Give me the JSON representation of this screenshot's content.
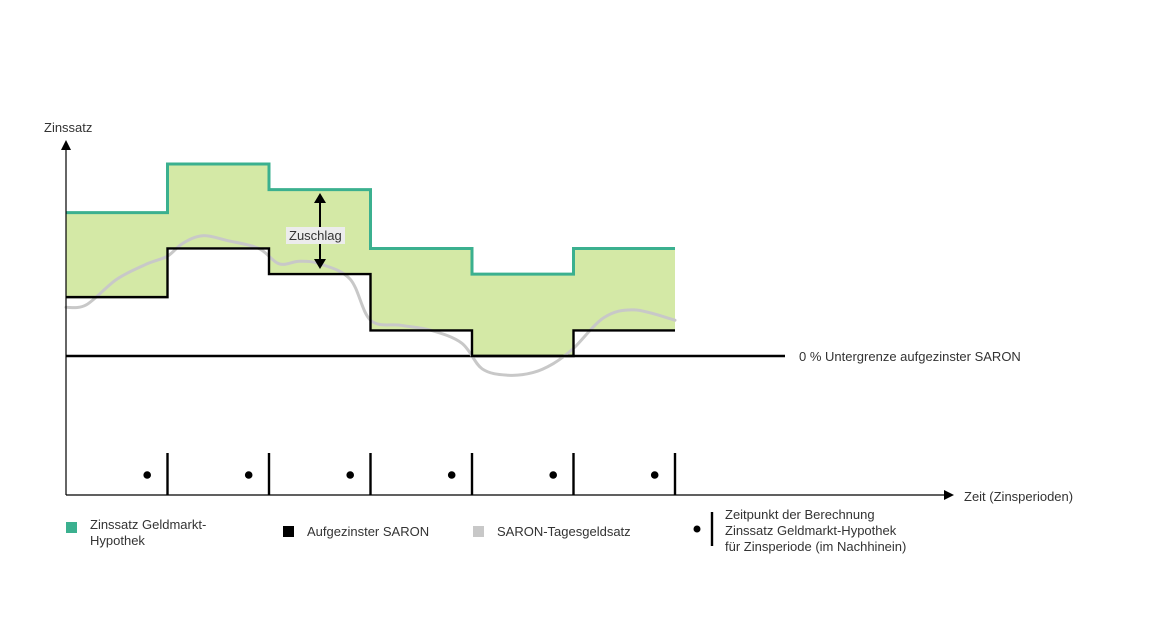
{
  "labels": {
    "y_axis": "Zinssatz",
    "x_axis": "Zeit (Zinsperioden)",
    "floor": "0 % Untergrenze aufgezinster SARON",
    "zuschlag": "Zuschlag"
  },
  "legend": {
    "mortgage_line1": "Zinssatz Geldmarkt-",
    "mortgage_line2": "Hypothek",
    "compounded": "Aufgezinster SARON",
    "daily": "SARON-Tagesgeldsatz",
    "calc_line1": "Zeitpunkt der Berechnung",
    "calc_line2": "Zinssatz Geldmarkt-Hypothek",
    "calc_line3": "für Zinsperiode (im Nachhinein)"
  },
  "colors": {
    "mortgage": "#3bb08f",
    "fill": "#d4e9a6",
    "compounded": "#000000",
    "daily": "#c8c8c8"
  },
  "chart_data": {
    "type": "line",
    "periods": 6,
    "floor": 0,
    "series": [
      {
        "name": "Zinssatz Geldmarkt-Hypothek",
        "values": [
          5.6,
          7.5,
          6.5,
          4.2,
          3.2,
          4.2
        ]
      },
      {
        "name": "Aufgezinster SARON",
        "values": [
          2.3,
          4.2,
          3.2,
          1.0,
          0.0,
          1.0
        ]
      },
      {
        "name": "SARON-Tagesgeldsatz",
        "x": [
          0,
          0.2,
          0.5,
          0.8,
          1.0,
          1.15,
          1.35,
          1.6,
          1.9,
          2.1,
          2.3,
          2.5,
          2.8,
          3.0,
          3.3,
          3.6,
          3.9,
          4.1,
          4.35,
          4.6,
          4.8,
          5.0,
          5.3,
          5.6,
          6.0
        ],
        "values": [
          1.9,
          2.0,
          3.0,
          3.6,
          3.9,
          4.4,
          4.7,
          4.5,
          4.2,
          3.6,
          3.7,
          3.6,
          3.0,
          1.4,
          1.2,
          1.0,
          0.5,
          -0.5,
          -0.75,
          -0.65,
          -0.3,
          0.3,
          1.5,
          1.8,
          1.4
        ]
      }
    ],
    "calculation_points": [
      0.8,
      1.8,
      2.8,
      3.8,
      4.8,
      5.8
    ],
    "period_ends": [
      1,
      2,
      3,
      4,
      5,
      6
    ]
  }
}
